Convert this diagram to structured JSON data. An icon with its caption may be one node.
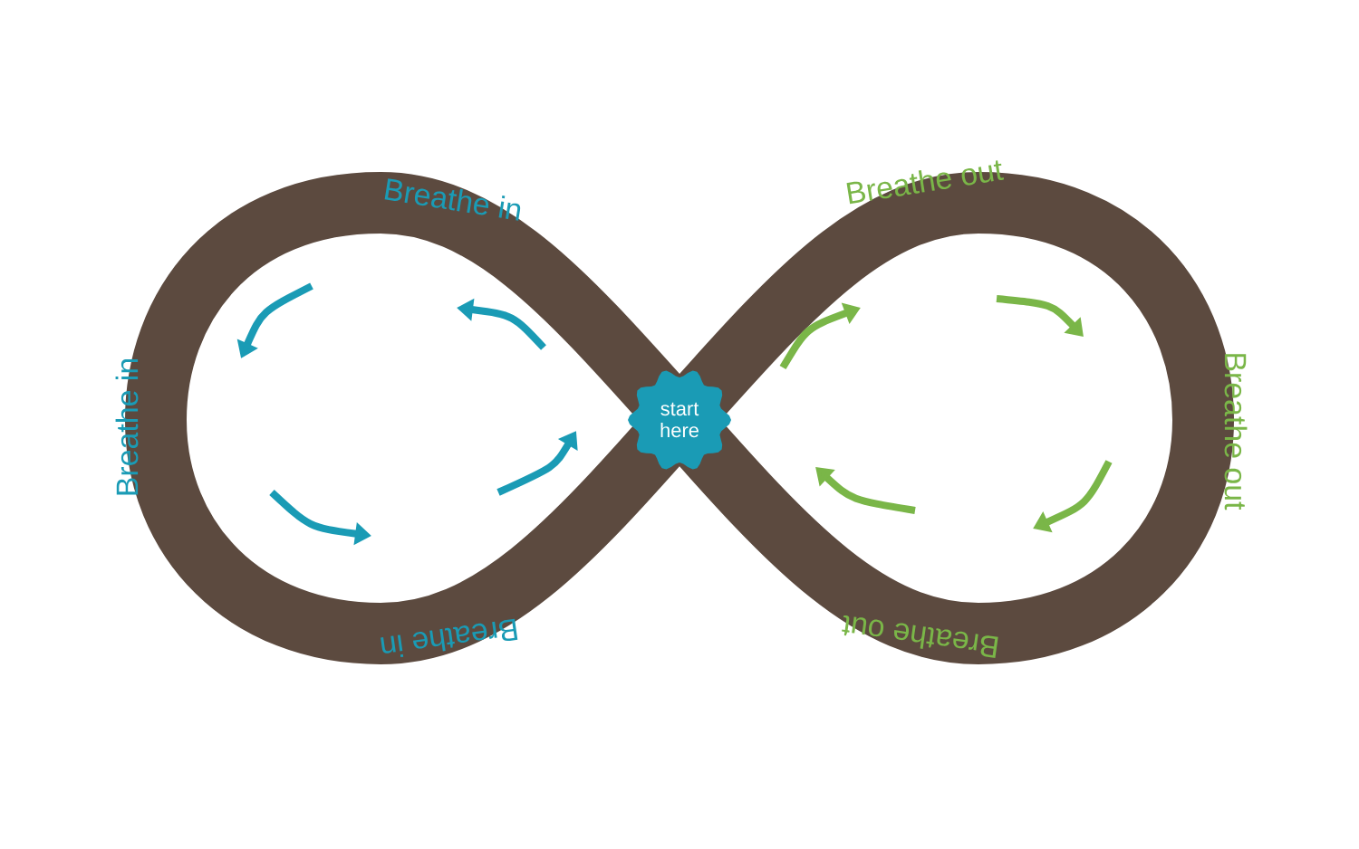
{
  "diagram": {
    "nodes": [
      {
        "text": [
          "start here"
        ]
      }
    ],
    "labels": [
      "Breathe in",
      "Breathe in",
      "Breathe in",
      "Breathe out",
      "Breathe out",
      "Breathe out"
    ]
  }
}
